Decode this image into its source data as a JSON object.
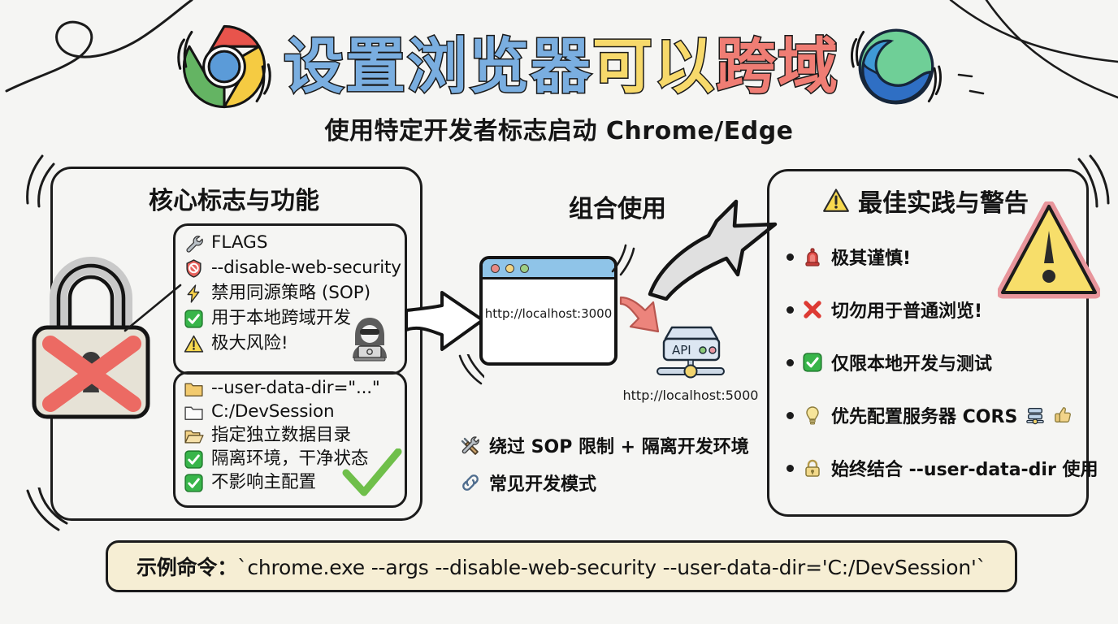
{
  "header": {
    "title_parts": [
      {
        "text": "设置浏览器",
        "color": "#7aaee0"
      },
      {
        "text": "可以",
        "color": "#f7d96b"
      },
      {
        "text": "跨域",
        "color": "#ef7d74"
      }
    ],
    "title_full": "设置浏览器可以跨域",
    "subtitle": "使用特定开发者标志启动 Chrome/Edge",
    "left_logo": "chrome-logo",
    "right_logo": "edge-logo"
  },
  "left_panel": {
    "title": "核心标志与功能",
    "lock_icon": "locked-padlock-with-red-x-icon",
    "hacker_icon": "hacker-with-laptop-icon",
    "check_icon": "green-check-mark-icon",
    "card1": [
      {
        "icon": "wrench-icon",
        "text": "FLAGS"
      },
      {
        "icon": "prohibited-icon",
        "text": "--disable-web-security"
      },
      {
        "icon": "lightning-icon",
        "text": "禁用同源策略 (SOP)"
      },
      {
        "icon": "check-box-icon",
        "text": "用于本地跨域开发"
      },
      {
        "icon": "warning-triangle-icon",
        "text": "极大风险!"
      }
    ],
    "card2": [
      {
        "icon": "folder-filled-icon",
        "text": "--user-data-dir=\"...\""
      },
      {
        "icon": "folder-outline-icon",
        "text": "C:/DevSession"
      },
      {
        "icon": "folder-open-icon",
        "text": "指定独立数据目录"
      },
      {
        "icon": "check-box-icon",
        "text": "隔离环境，干净状态"
      },
      {
        "icon": "check-box-icon",
        "text": "不影响主配置"
      }
    ]
  },
  "middle_panel": {
    "title": "组合使用",
    "browser": {
      "url": "http://localhost:3000",
      "dots": [
        "#e88a84",
        "#f2d483",
        "#9dcf84"
      ]
    },
    "server": {
      "label": "API",
      "url": "http://localhost:5000",
      "lights": [
        "#7fbf6a",
        "#e48a97"
      ]
    },
    "notes": [
      {
        "icon": "hammer-and-wrench-icon",
        "text": "绕过 SOP 限制 + 隔离开发环境"
      },
      {
        "icon": "link-icon",
        "text": "常见开发模式"
      }
    ],
    "arrow_in": "arrow-right-icon",
    "arrow_to_server": "red-curved-arrow-icon",
    "arrow_out": "big-grey-curved-arrow-icon"
  },
  "right_panel": {
    "title": "最佳实践与警告",
    "title_icon": "warning-triangle-icon",
    "big_icon": "large-warning-triangle-icon",
    "items": [
      {
        "icon": "siren-icon",
        "text": "极其谨慎!",
        "extra": ""
      },
      {
        "icon": "red-cross-icon",
        "text": "切勿用于普通浏览!",
        "extra": ""
      },
      {
        "icon": "check-box-icon",
        "text": "仅限本地开发与测试",
        "extra": ""
      },
      {
        "icon": "lightbulb-icon",
        "text": "优先配置服务器 CORS",
        "extra": "server-icon thumbs-up-icon"
      },
      {
        "icon": "padlock-icon",
        "text": "始终结合 --user-data-dir 使用",
        "extra": ""
      }
    ]
  },
  "footer": {
    "label": "示例命令：",
    "command": "`chrome.exe --args --disable-web-security --user-data-dir='C:/DevSession'`",
    "background": "#f6eed4"
  },
  "palette": {
    "page_bg": "#f5f5f3",
    "ink": "#1b1b1b",
    "title_blue": "#7aaee0",
    "title_yellow": "#f7d96b",
    "title_red": "#ef7d74",
    "warn_yellow": "#f7de6a",
    "green": "#3fae46",
    "red": "#e0413a"
  }
}
